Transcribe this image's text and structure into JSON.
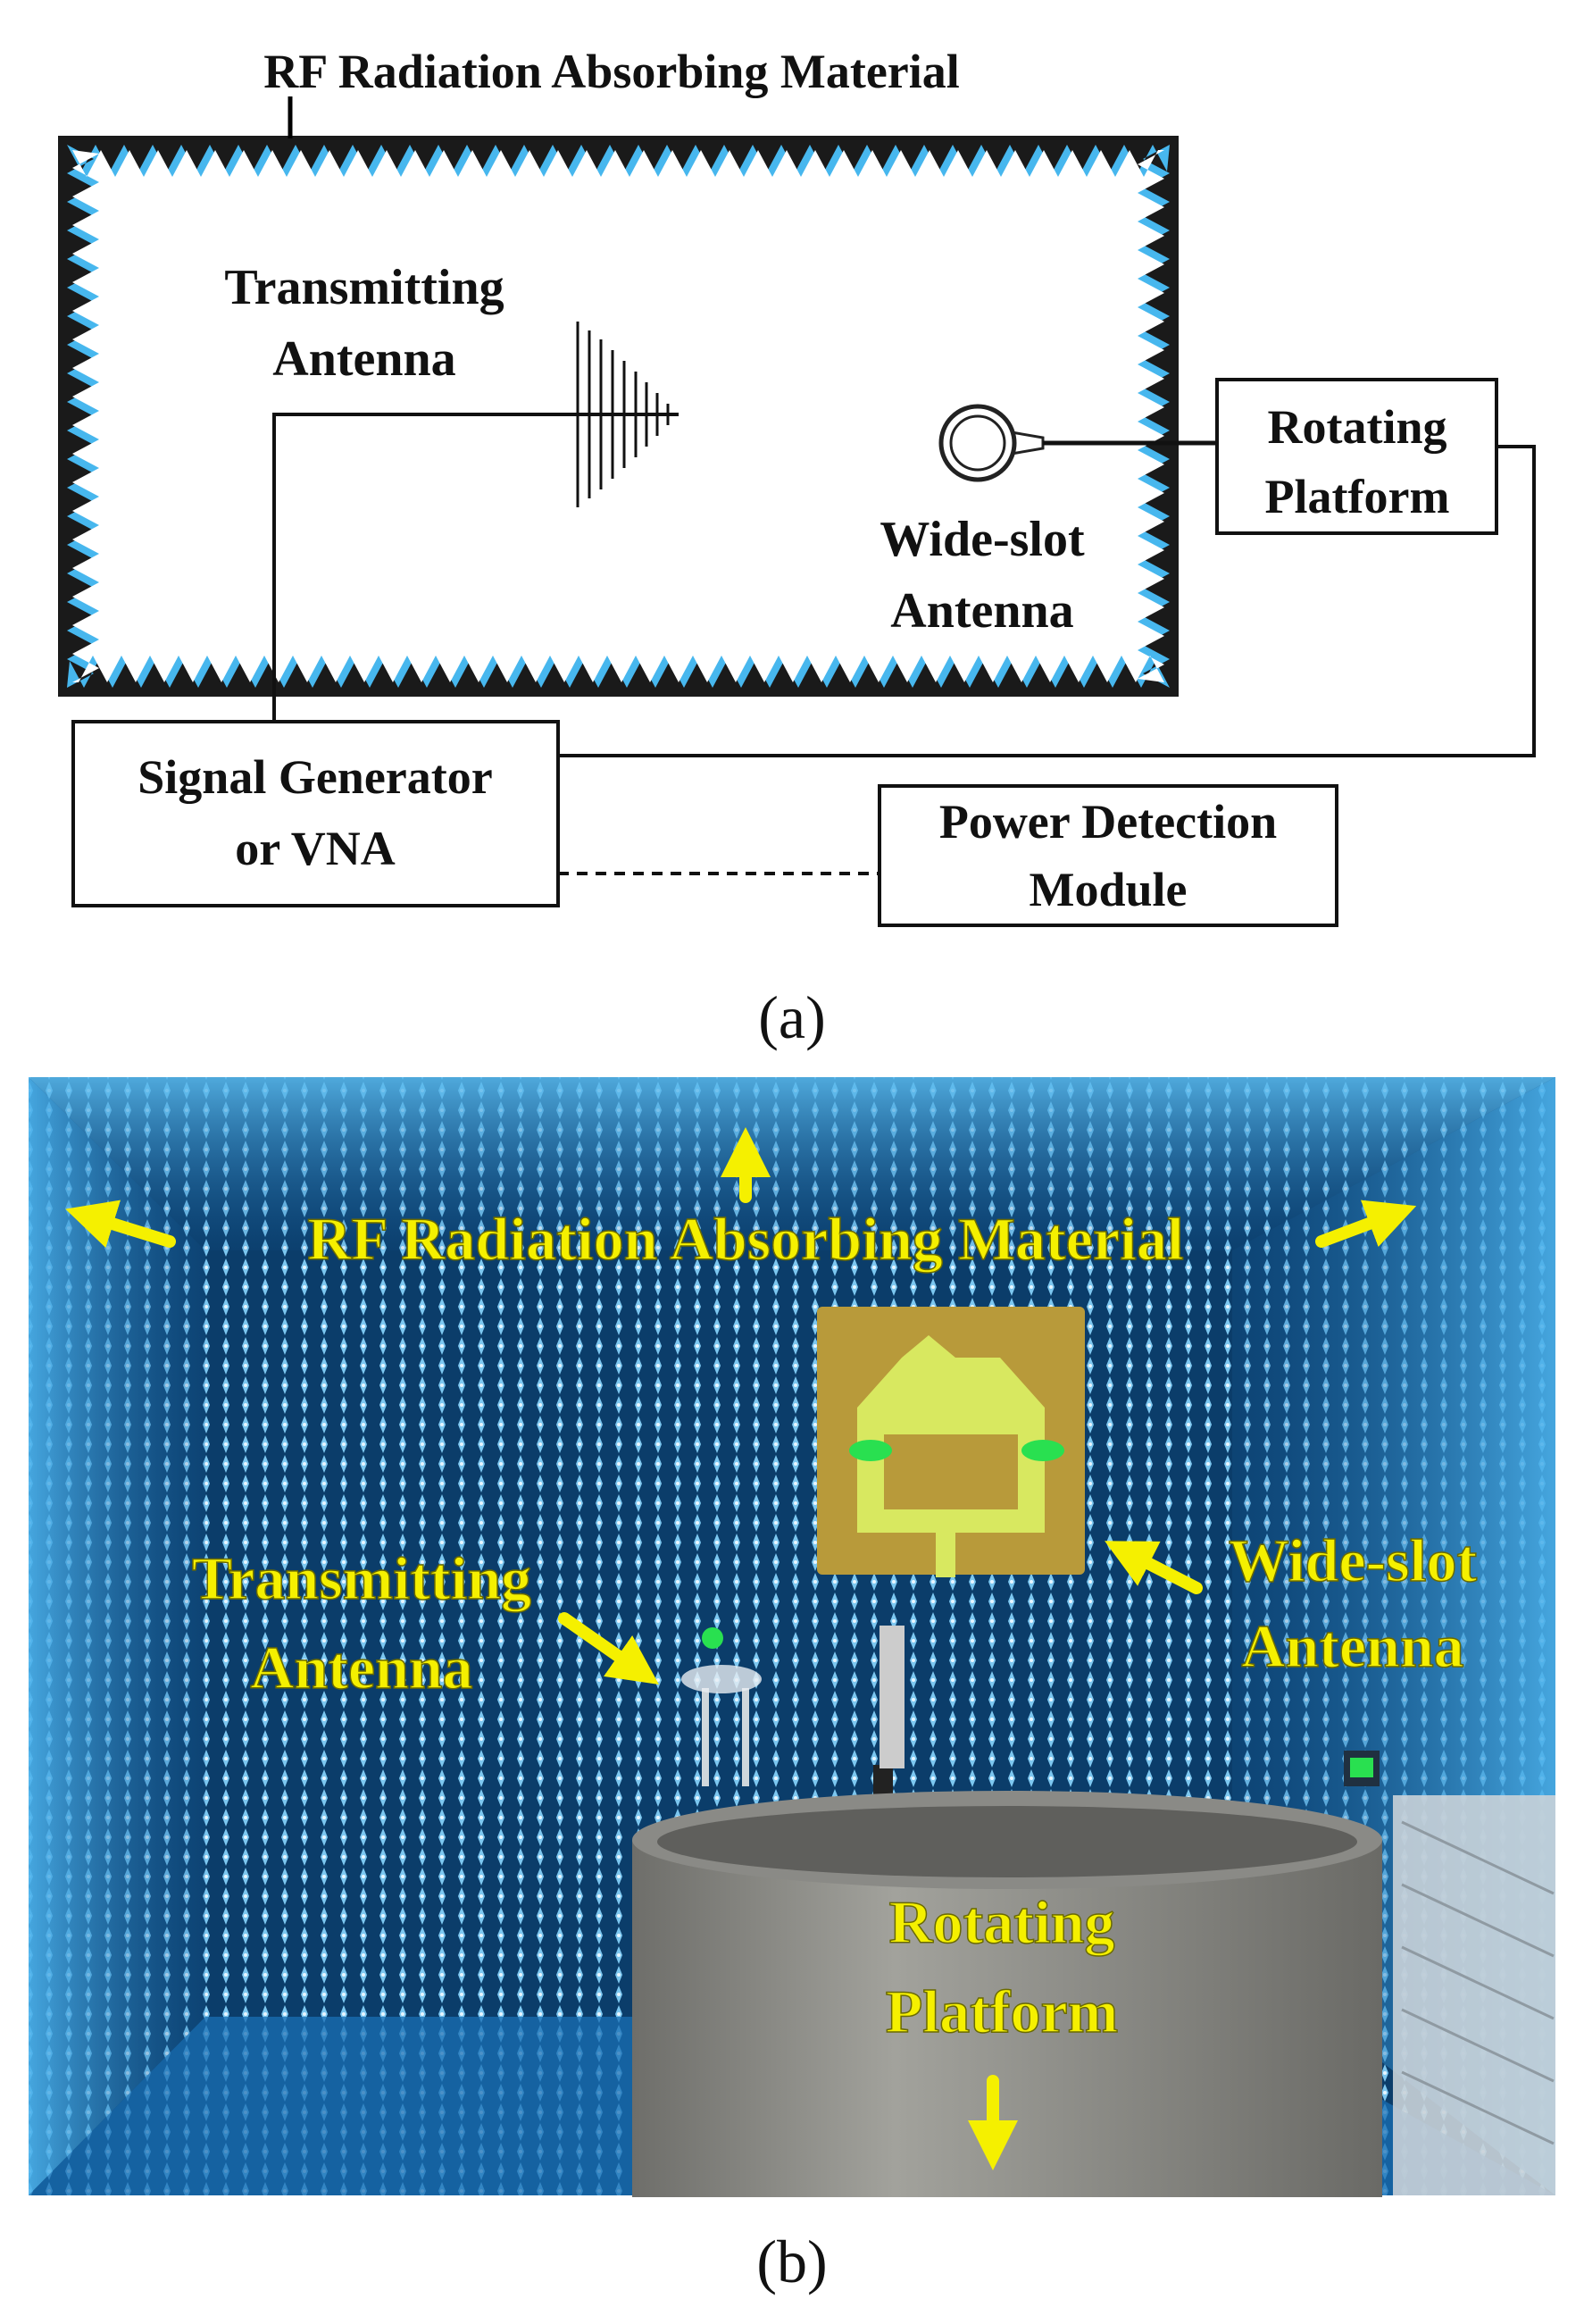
{
  "panel_a": {
    "rf_label": "RF Radiation Absorbing Material",
    "tx_line1": "Transmitting",
    "tx_line2": "Antenna",
    "ws_line1": "Wide-slot",
    "ws_line2": "Antenna",
    "rot_line1": "Rotating",
    "rot_line2": "Platform",
    "sig_line1": "Signal Generator",
    "sig_line2": "or VNA",
    "pow_line1": "Power Detection",
    "pow_line2": "Module",
    "caption": "(a)"
  },
  "panel_b": {
    "rf_label": "RF Radiation Absorbing Material",
    "tx_line1": "Transmitting",
    "tx_line2": "Antenna",
    "ws_line1": "Wide-slot",
    "ws_line2": "Antenna",
    "rot_line1": "Rotating",
    "rot_line2": "Platform",
    "caption": "(b)"
  },
  "colors": {
    "chamber_blue": "#1e7fc4",
    "label_yellow": "#f5f000",
    "antenna_board": "#b89a3a",
    "board_trace": "#d8e860",
    "green_led": "#29e050",
    "platform_gray": "#8a8a86"
  },
  "icons": {
    "absorber": "sawtooth-absorber",
    "tx_antenna": "log-periodic-antenna-icon",
    "rx_antenna": "ring-antenna-icon",
    "arrows": "arrow-icon"
  }
}
